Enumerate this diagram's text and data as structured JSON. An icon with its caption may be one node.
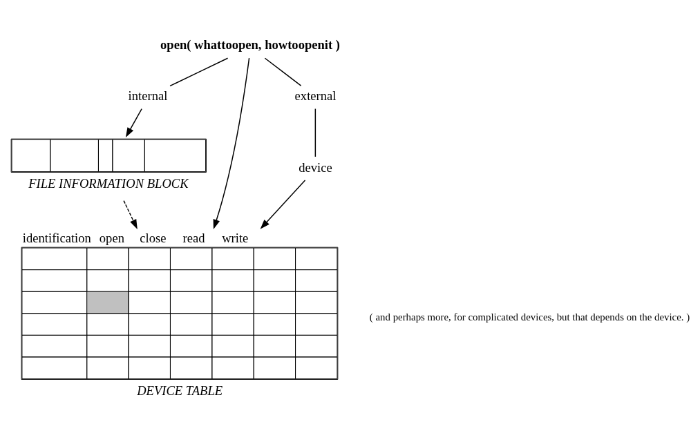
{
  "diagram": {
    "nodes": [
      {
        "text": [
          "open( whattoopen, howtoopenit )"
        ]
      },
      {
        "text": [
          "internal"
        ]
      },
      {
        "text": [
          "external"
        ]
      },
      {
        "text": [
          "device"
        ]
      },
      {
        "text": [
          "identification",
          "open",
          "close",
          "read",
          "write",
          "DEVICE TABLE"
        ]
      },
      {
        "text": [
          "FILE INFORMATION BLOCK"
        ]
      }
    ],
    "edges": [
      {
        "from": 0,
        "to": 1,
        "arrow": "none"
      },
      {
        "from": 0,
        "to": 2,
        "arrow": "none"
      },
      {
        "from": 0,
        "to": 4,
        "arrow": "to"
      },
      {
        "from": 2,
        "to": 3,
        "arrow": "none"
      },
      {
        "from": 3,
        "to": 4,
        "arrow": "to"
      },
      {
        "from": 1,
        "to": 5,
        "arrow": "to"
      },
      {
        "from": 5,
        "to": 4,
        "arrow": "to",
        "style": "dashed"
      }
    ],
    "labels": [
      "( and perhaps more, for complicated devices, but that depends on the device. )"
    ]
  }
}
